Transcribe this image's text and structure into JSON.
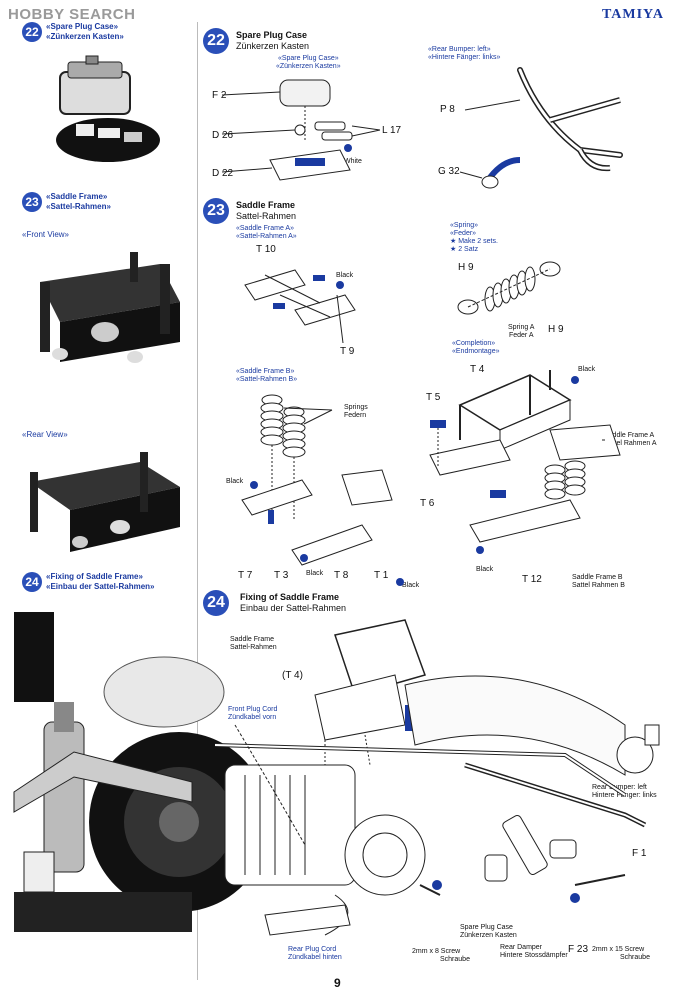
{
  "header": {
    "watermark": "HOBBY SEARCH",
    "brand": "TAMIYA"
  },
  "left": {
    "s22": {
      "num": "22",
      "en": "«Spare Plug Case»",
      "de": "«Zünkerzen Kasten»"
    },
    "s23": {
      "num": "23",
      "en": "«Saddle Frame»",
      "de": "«Sattel-Rahmen»"
    },
    "front_view": "«Front View»",
    "rear_view": "«Rear View»",
    "s24": {
      "num": "24",
      "en": "«Fixing of Saddle Frame»",
      "de": "«Einbau der Sattel-Rahmen»"
    }
  },
  "step22": {
    "num": "22",
    "title": "Spare Plug Case",
    "subtitle": "Zünkerzen Kasten",
    "sub_en": "«Spare Plug Case»",
    "sub_de": "«Zünkerzen Kasten»",
    "parts": {
      "f2": "F 2",
      "d26": "D 26",
      "d22": "D 22",
      "l17": "L 17"
    },
    "white": "White",
    "rear_bumper_en": "«Rear Bumper: left»",
    "rear_bumper_de": "«Hintere Fänger: links»",
    "p8": "P 8",
    "g32": "G 32"
  },
  "step23": {
    "num": "23",
    "title": "Saddle Frame",
    "subtitle": "Sattel-Rahmen",
    "frame_a_en": "«Saddle Frame A»",
    "frame_a_de": "«Sattel-Rahmen A»",
    "t10": "T 10",
    "t9": "T 9",
    "black": "Black",
    "spring_en": "«Spring»",
    "spring_de": "«Feder»",
    "make_en": "★ Make 2 sets.",
    "make_de": "★ 2 Satz",
    "h9": "H 9",
    "spring_a_en": "Spring A",
    "spring_a_de": "Feder A",
    "frame_b_en": "«Saddle Frame B»",
    "frame_b_de": "«Sattel-Rahmen B»",
    "springs_en": "Springs",
    "springs_de": "Federn",
    "t7": "T 7",
    "t3": "T 3",
    "t8": "T 8",
    "t1": "T 1",
    "completion_en": "«Completion»",
    "completion_de": "«Endmontage»",
    "t4": "T 4",
    "t5": "T 5",
    "t6": "T 6",
    "t12": "T 12",
    "sfa_en": "Saddle Frame A",
    "sfa_de": "Sattel Rahmen A",
    "sfb_en": "Saddle Frame B",
    "sfb_de": "Sattel Rahmen B"
  },
  "step24": {
    "num": "24",
    "title": "Fixing of Saddle Frame",
    "subtitle": "Einbau der Sattel-Rahmen",
    "saddle_en": "Saddle Frame",
    "saddle_de": "Sattel-Rahmen",
    "t4p": "(T 4)",
    "front_cord_en": "Front Plug Cord",
    "front_cord_de": "Zündkabel vorn",
    "rear_bumper_en": "Rear Bumper: left",
    "rear_bumper_de": "Hintere Fänger: links",
    "f1": "F 1",
    "spare_case_en": "Spare Plug Case",
    "spare_case_de": "Zünkerzen Kasten",
    "rear_damper_en": "Rear Damper",
    "rear_damper_de": "Hintere Stossdämpfer",
    "f23": "F 23",
    "screw8_en": "2mm x 8 Screw",
    "screw8_de": "Schraube",
    "screw15_en": "2mm x 15 Screw",
    "screw15_de": "Schraube",
    "rear_cord_en": "Rear Plug Cord",
    "rear_cord_de": "Zündkabel hinten"
  },
  "page": {
    "number": "9"
  },
  "colors": {
    "accent": "#2a4fb8",
    "text_blue": "#1a3aa0"
  }
}
